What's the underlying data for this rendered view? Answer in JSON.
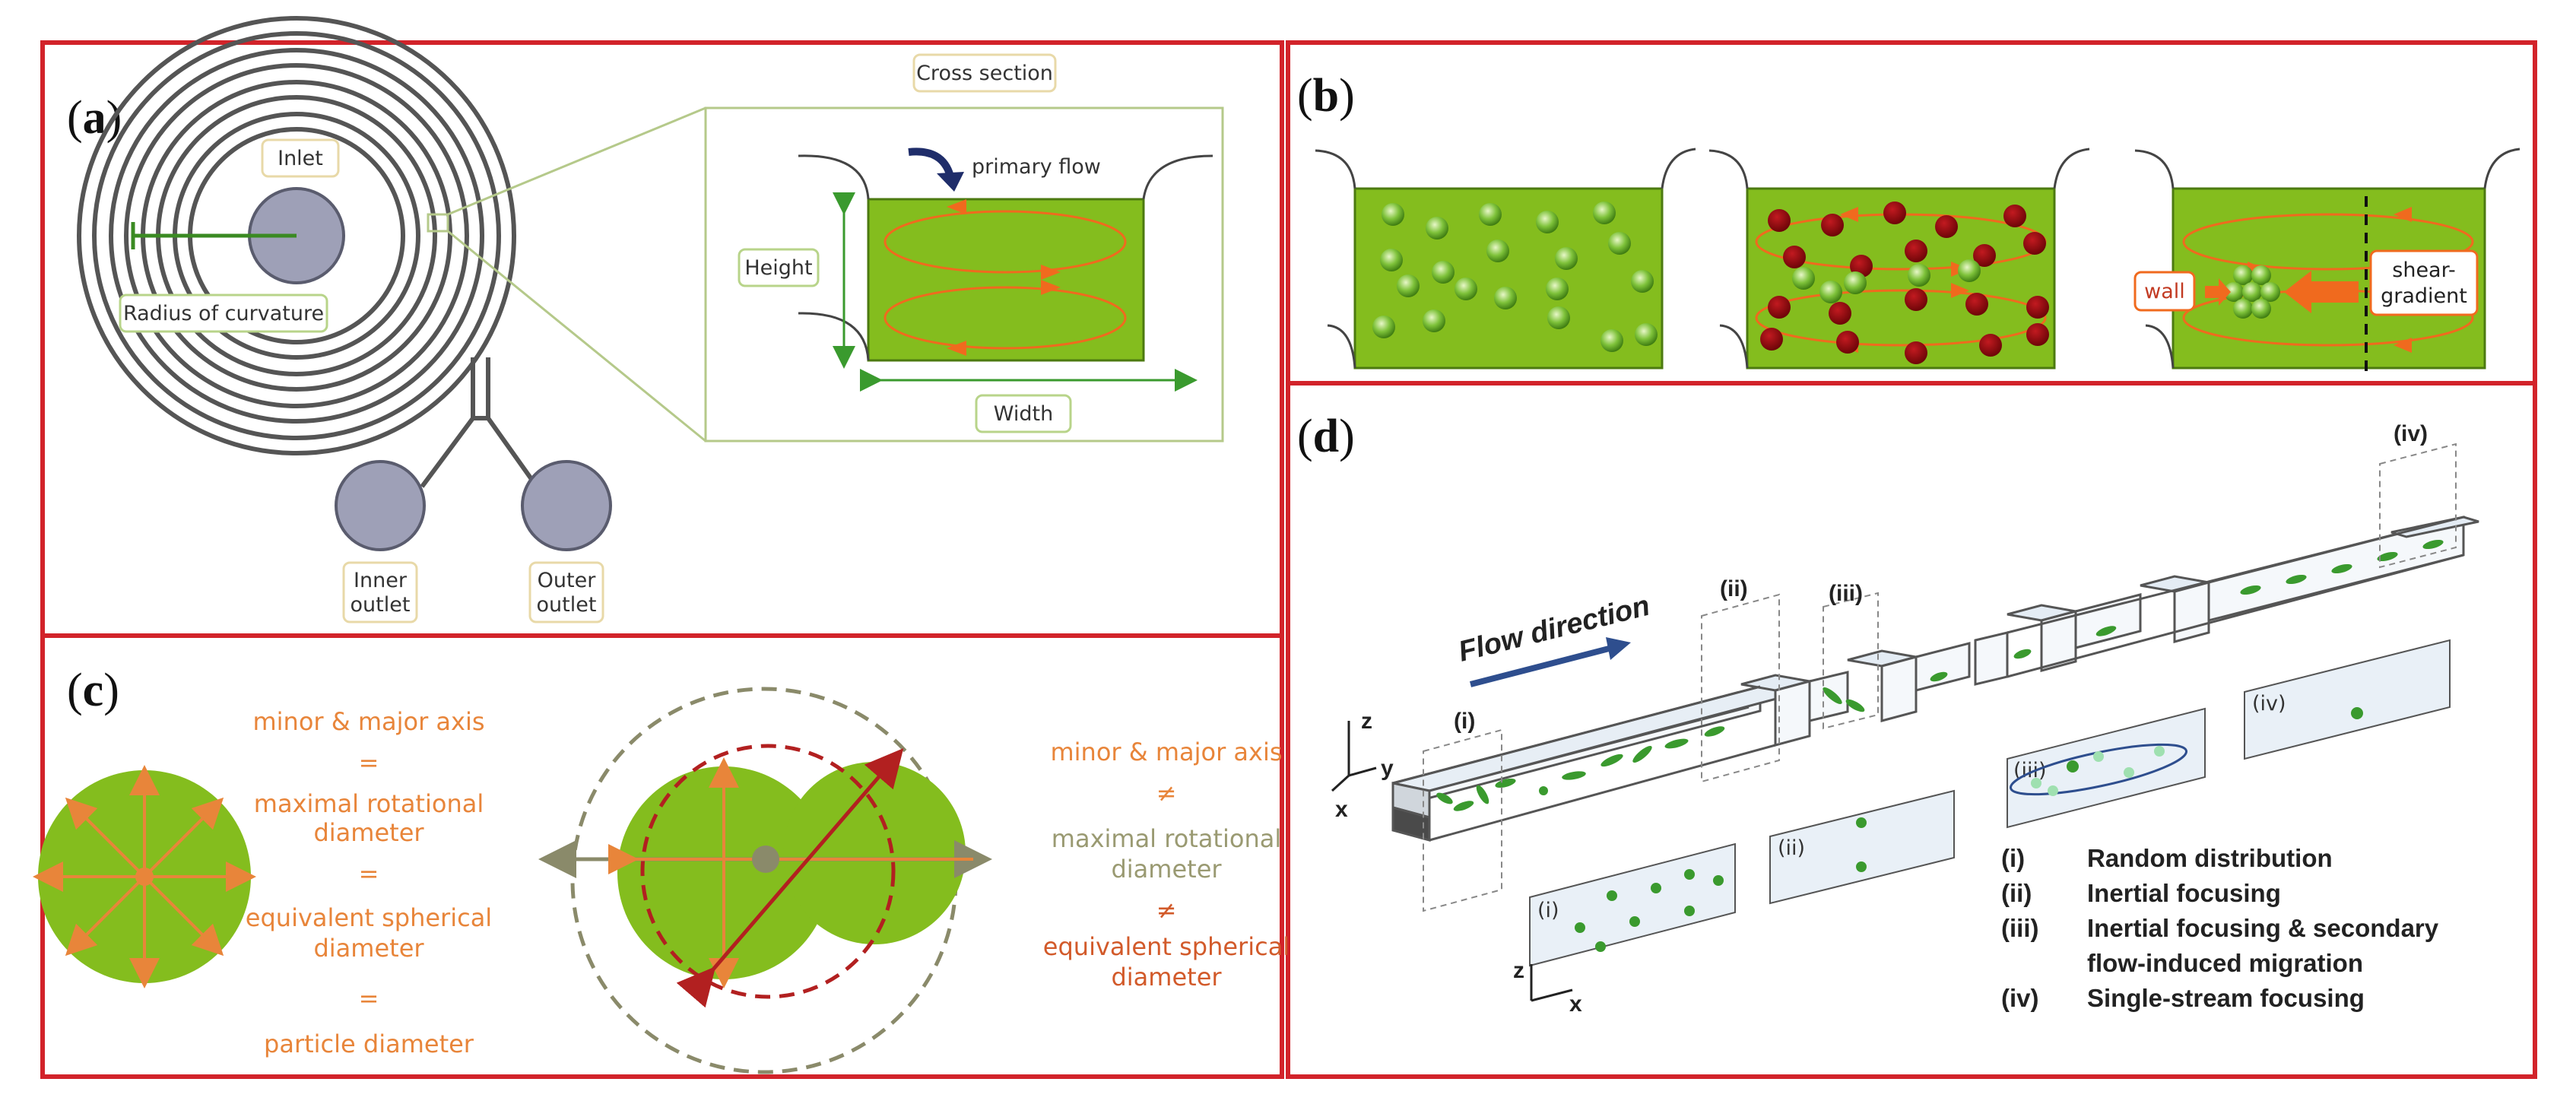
{
  "panels": {
    "a": {
      "label_open": "(",
      "label_letter": "a",
      "label_close": ")",
      "inlet": "Inlet",
      "radius": "Radius of curvature",
      "cross_section": "Cross section",
      "primary_flow": "primary flow",
      "height": "Height",
      "width": "Width",
      "inner_outlet_1": "Inner",
      "inner_outlet_2": "outlet",
      "outer_outlet_1": "Outer",
      "outer_outlet_2": "outlet"
    },
    "b": {
      "label_open": "(",
      "label_letter": "b",
      "label_close": ")",
      "wall": "wall",
      "shear_1": "shear-",
      "shear_2": "gradient"
    },
    "c": {
      "label_open": "(",
      "label_letter": "c",
      "label_close": ")",
      "left": [
        "minor & major axis",
        "=",
        "maximal rotational",
        "diameter",
        "=",
        "equivalent spherical",
        "diameter",
        "=",
        "particle diameter"
      ],
      "right_1": "minor & major axis",
      "right_2": "≠",
      "right_3": "maximal rotational",
      "right_4": "diameter",
      "right_5": "≠",
      "right_6": "equivalent spherical",
      "right_7": "diameter"
    },
    "d": {
      "label_open": "(",
      "label_letter": "d",
      "label_close": ")",
      "flow_direction": "Flow direction",
      "sections": [
        "(i)",
        "(ii)",
        "(iii)",
        "(iv)"
      ],
      "axis_z": "z",
      "axis_y": "y",
      "axis_x": "x",
      "legend": [
        {
          "num": "(i)",
          "text": "Random distribution"
        },
        {
          "num": "(ii)",
          "text": "Inertial focusing"
        },
        {
          "num": "(iii)",
          "text": "Inertial focusing & secondary"
        },
        {
          "num": "",
          "text": "flow-induced migration"
        },
        {
          "num": "(iv)",
          "text": "Single-stream focusing"
        }
      ]
    }
  },
  "colors": {
    "frame_red": "#d2232a",
    "channel_green": "#84bd1e",
    "vortex_orange": "#f06a1e",
    "particle_red": "#9c0a10",
    "outlet_grey": "#9ea0b7"
  }
}
